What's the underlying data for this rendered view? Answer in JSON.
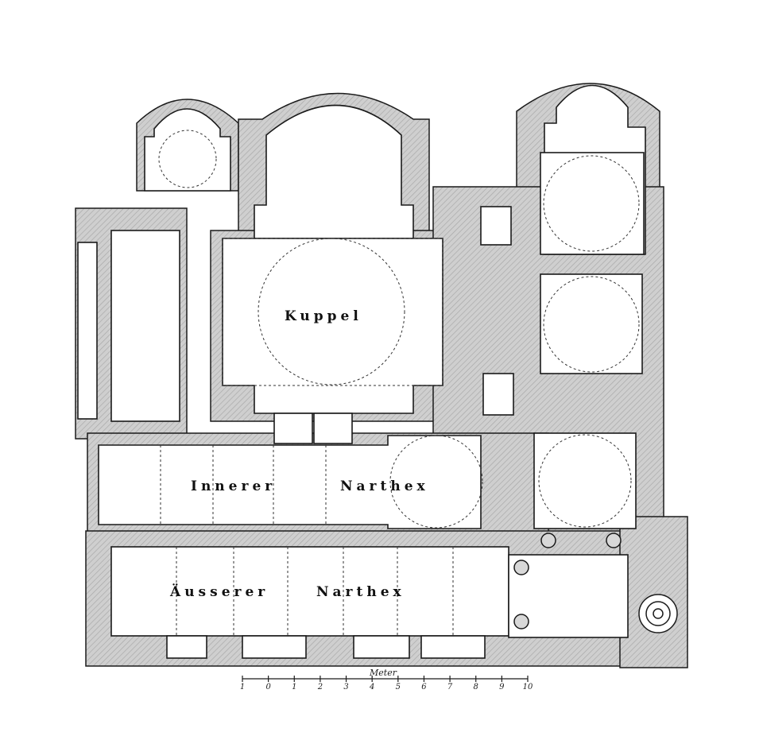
{
  "labels": {
    "dome": "Kuppel",
    "inner_narthex_1": "Innerer",
    "inner_narthex_2": "Narthex",
    "outer_narthex_1": "Äusserer",
    "outer_narthex_2": "Narthex"
  },
  "scale": {
    "title": "Meter",
    "ticks": [
      "1",
      "0",
      "1",
      "2",
      "3",
      "4",
      "5",
      "6",
      "7",
      "8",
      "9",
      "10"
    ]
  },
  "colors": {
    "wall": "#c9c9c9",
    "line": "#1a1a1a",
    "paper": "#ffffff"
  }
}
